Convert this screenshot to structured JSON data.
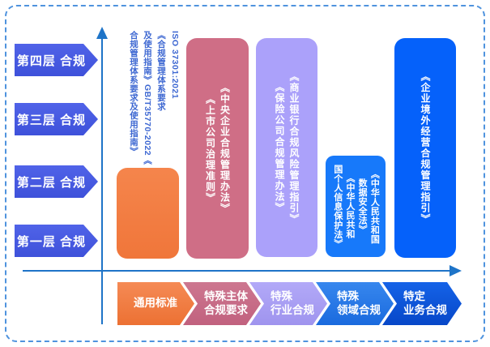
{
  "page": {
    "background_color": "#ffffff",
    "border_color": "#4f93de",
    "axis_color": "#1e74c8"
  },
  "layer_labels": [
    {
      "label": "第四层 合规",
      "color": "#4759e2"
    },
    {
      "label": "第三层 合规",
      "color": "#4759e2"
    },
    {
      "label": "第二层 合规",
      "color": "#4759e2"
    },
    {
      "label": "第一层 合规",
      "color": "#4759e2"
    }
  ],
  "standards_note": {
    "text": "ISO 37301:2021\n《合规管理体系要求\n及使用指南》GB/T35770-2022《\n合规管理体系要求及使用指南》",
    "color": "#3e68d2"
  },
  "bars": [
    {
      "text": "",
      "color": "#f47d42"
    },
    {
      "text": "《中央企业合规管理办法》\n《上市公司治理准则》",
      "color": "#cf6e86"
    },
    {
      "text": "《商业银行合规风险管理指引》\n《保险公司合规管理办法》",
      "color": "#aba1fa"
    },
    {
      "text": "《中华人民共和国\n数据安全法》\n《中华人民共和\n国个人信息保护法》",
      "color": "#1779fa"
    },
    {
      "text": "《企业境外经营合规管理指引》",
      "color": "#0561fa"
    }
  ],
  "x_categories": [
    {
      "label": "通用标准",
      "color": "#f07c3e"
    },
    {
      "label": "特殊主体\n合规要求",
      "color": "#c96e88"
    },
    {
      "label": "特殊\n行业合规",
      "color": "#a9a0f2"
    },
    {
      "label": "特殊\n领域合规",
      "color": "#2279e8"
    },
    {
      "label": "特定\n业务合规",
      "color": "#0b57dc"
    }
  ]
}
